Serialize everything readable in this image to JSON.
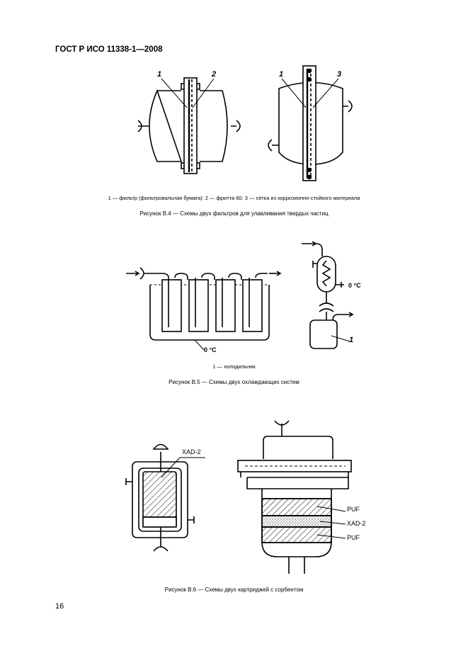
{
  "header": {
    "title": "ГОСТ Р ИСО 11338-1—2008"
  },
  "figure_b4": {
    "callouts": [
      "1",
      "2",
      "1",
      "3"
    ],
    "legend": "1 — фильтр (фильтровальная бумага): 2 — фритта 60; 3 — сетка из коррозионно-стойкого материала",
    "caption": "Рисунок В.4 — Схемы двух фильтров для улавливания твердых частиц"
  },
  "figure_b5": {
    "temp_label_left": "0 °С",
    "temp_label_right": "0 °С",
    "callout": "1",
    "legend": "1 — холодильник",
    "caption": "Рисунок В.5 — Схемы двух охлаждающих систем"
  },
  "figure_b6": {
    "left_label": "XAD-2",
    "right_labels": [
      "PUF",
      "XAD-2",
      "PUF"
    ],
    "caption": "Рисунок В.6 — Схемы двух картриджей с сорбентом"
  },
  "page_number": "16"
}
